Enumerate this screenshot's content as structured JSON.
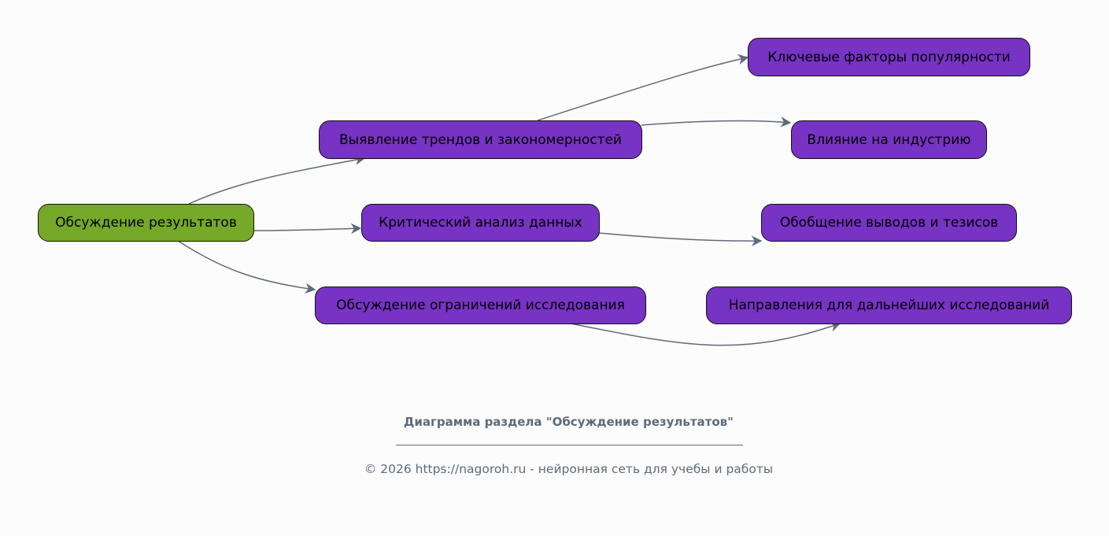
{
  "diagram": {
    "root": "Обсуждение результатов",
    "nodes": [
      "Выявление трендов и закономерностей",
      "Критический анализ данных",
      "Обсуждение ограничений исследования",
      "Ключевые факторы популярности",
      "Влияние на индустрию",
      "Обобщение выводов и тезисов",
      "Направления для дальнейших исследований"
    ],
    "edges": [
      [
        "Обсуждение результатов",
        "Выявление трендов и закономерностей"
      ],
      [
        "Обсуждение результатов",
        "Критический анализ данных"
      ],
      [
        "Обсуждение результатов",
        "Обсуждение ограничений исследования"
      ],
      [
        "Выявление трендов и закономерностей",
        "Ключевые факторы популярности"
      ],
      [
        "Выявление трендов и закономерностей",
        "Влияние на индустрию"
      ],
      [
        "Критический анализ данных",
        "Обобщение выводов и тезисов"
      ],
      [
        "Обсуждение ограничений исследования",
        "Направления для дальнейших исследований"
      ]
    ],
    "colors": {
      "root": "#76a82a",
      "node": "#7733c4",
      "edge": "#5d6b7a"
    }
  },
  "caption": {
    "title": "Диаграмма раздела \"Обсуждение результатов\"",
    "footer": "© 2026 https://nagoroh.ru - нейронная сеть для учебы и работы"
  }
}
